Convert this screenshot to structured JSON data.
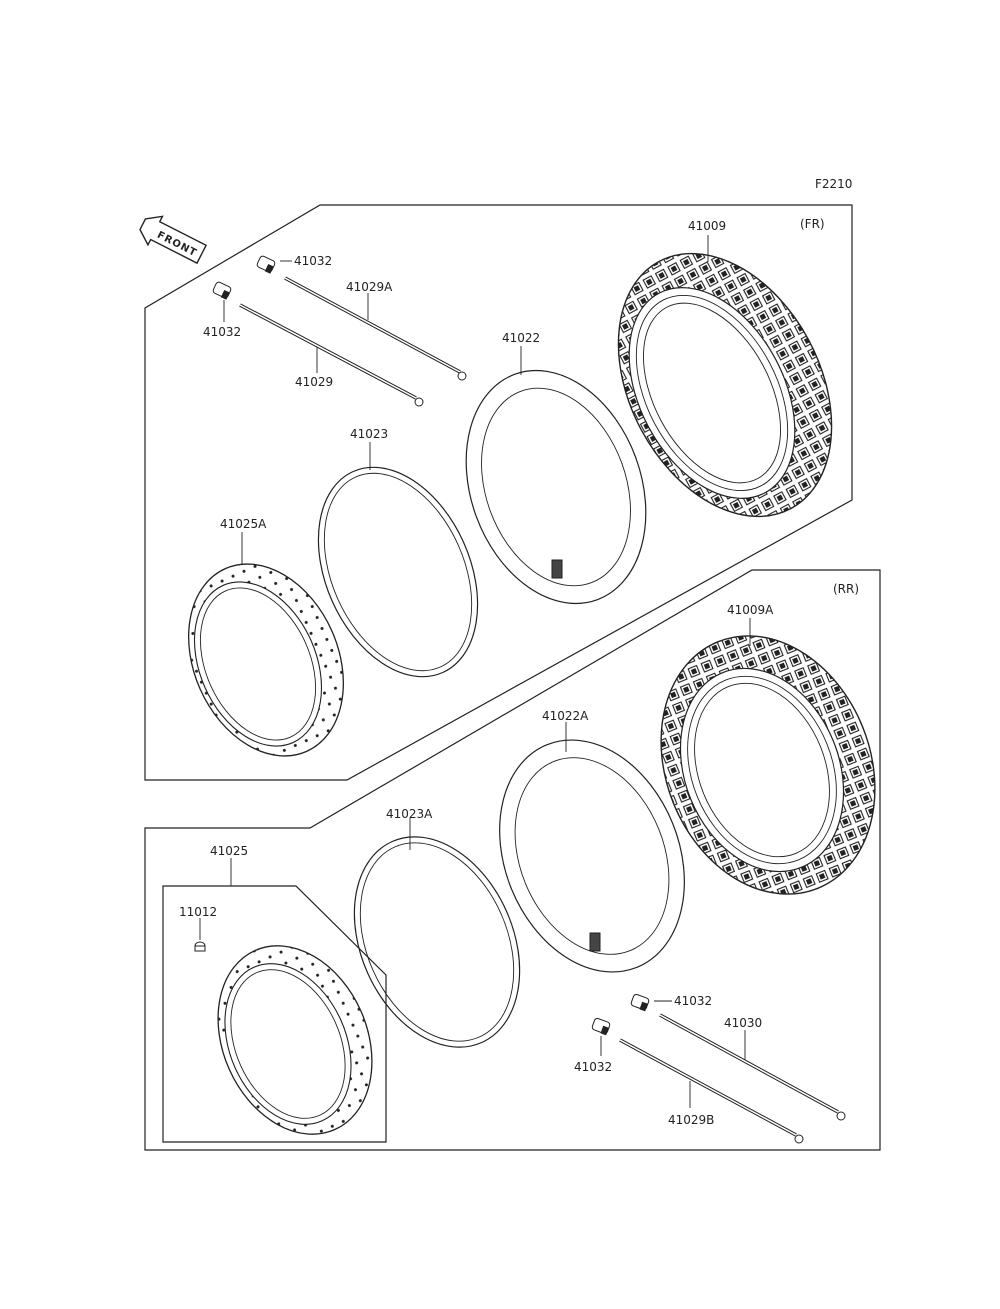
{
  "figure_code": "F2210",
  "front_arrow_text": "FRONT",
  "sections": {
    "front": "(FR)",
    "rear": "(RR)"
  },
  "parts": {
    "tire_front": "41009",
    "tire_rear": "41009A",
    "tube_front": "41022",
    "tube_rear": "41022A",
    "rim_band_front": "41023",
    "rim_band_rear": "41023A",
    "rim_front": "41025A",
    "rim_rear": "41025",
    "nipple_front_1": "41032",
    "nipple_front_2": "41032",
    "nipple_rear_1": "41032",
    "nipple_rear_2": "41032",
    "spoke_front_1": "41029A",
    "spoke_front_2": "41029",
    "spoke_rear_1": "41030",
    "spoke_rear_2": "41029B",
    "rim_lock": "11012"
  }
}
